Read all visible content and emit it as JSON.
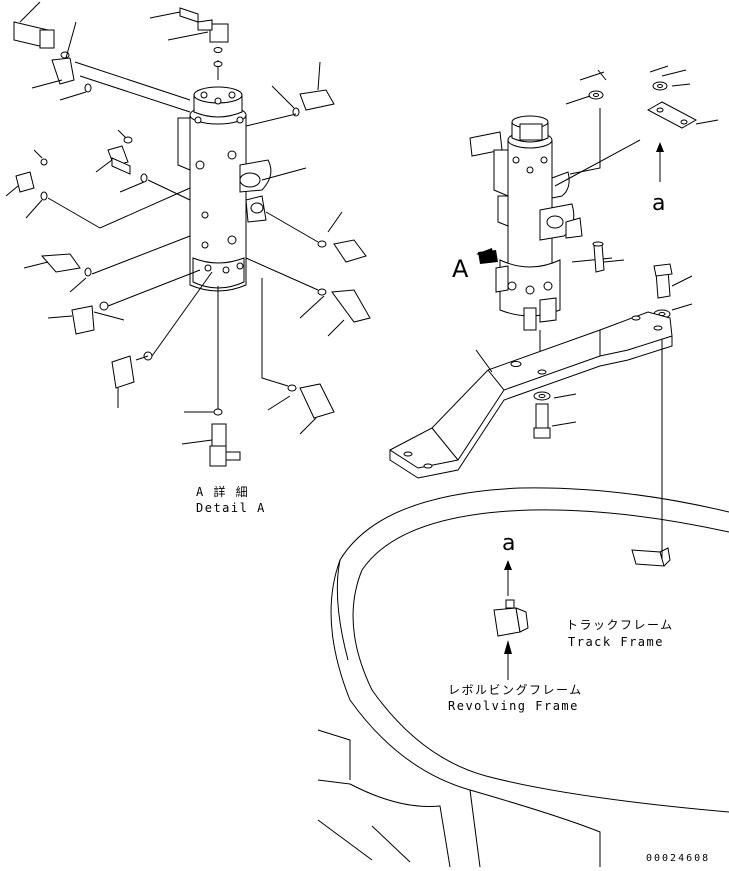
{
  "detail": {
    "jp": "A 詳 細",
    "en": "Detail A"
  },
  "view_letter": "A",
  "arrow_letter_upper": "a",
  "arrow_letter_lower": "a",
  "track_frame": {
    "jp": "トラックフレーム",
    "en": "Track Frame"
  },
  "revolving_frame": {
    "jp": "レボルビングフレーム",
    "en": "Revolving Frame"
  },
  "drawing_number": "00024608"
}
